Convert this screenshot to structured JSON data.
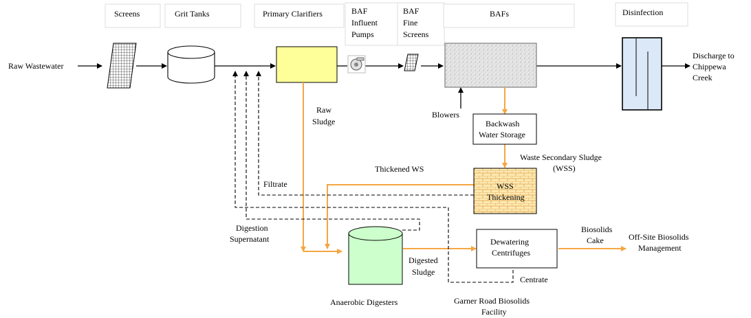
{
  "headers": {
    "screens": "Screens",
    "grit_tanks": "Grit Tanks",
    "primary_clarifiers": "Primary Clarifiers",
    "baf_influent_pumps": [
      "BAF",
      "Influent",
      "Pumps"
    ],
    "baf_fine_screens": [
      "BAF",
      "Fine",
      "Screens"
    ],
    "bafs": "BAFs",
    "disinfection": "Disinfection"
  },
  "labels": {
    "raw_wastewater": "Raw Wastewater",
    "discharge": [
      "Discharge to",
      "Chippewa",
      "Creek"
    ],
    "raw_sludge": [
      "Raw",
      "Sludge"
    ],
    "blowers": "Blowers",
    "backwash": [
      "Backwash",
      "Water Storage"
    ],
    "wss": [
      "Waste Secondary Sludge",
      "(WSS)"
    ],
    "thickened_ws": "Thickened WS",
    "wss_thickening": [
      "WSS",
      "Thickening"
    ],
    "filtrate": "Filtrate",
    "digestion_supernatant": [
      "Digestion",
      "Supernatant"
    ],
    "dewatering": [
      "Dewatering",
      "Centrifuges"
    ],
    "biosolids_cake": [
      "Biosolids",
      "Cake"
    ],
    "offsite": [
      "Off-Site Biosolids",
      "Management"
    ],
    "digested_sludge": [
      "Digested",
      "Sludge"
    ],
    "centrate": "Centrate",
    "anaerobic_digesters": "Anaerobic Digesters",
    "garner_road": [
      "Garner Road Biosolids",
      "Facility"
    ]
  },
  "colors": {
    "sludge_flow": "#f5a640",
    "clarifier_fill": "#ffff99",
    "digester_fill": "#ccffcc",
    "disinfection_fill": "#dbe8f7",
    "brick_fill": "#fde9b0",
    "line": "#000000"
  }
}
